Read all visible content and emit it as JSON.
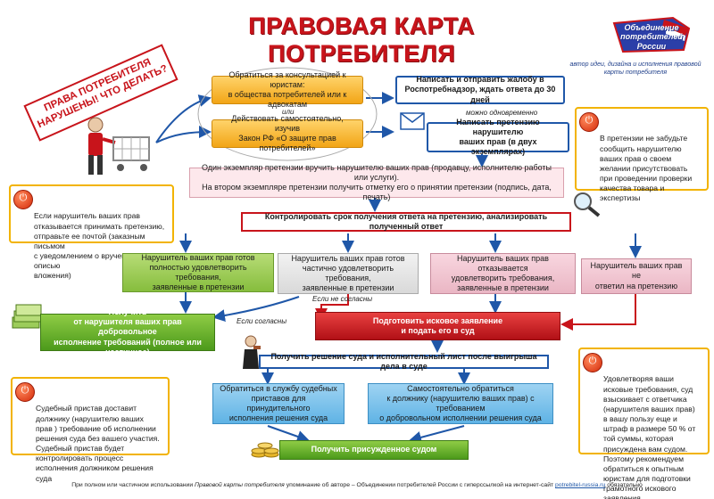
{
  "title": "ПРАВОВАЯ КАРТА ПОТРЕБИТЕЛЯ",
  "stamp": "ПРАВА ПОТРЕБИТЕЛЯ\nНАРУШЕНЫ! ЧТО ДЕЛАТЬ?",
  "logo": {
    "text": "Объединение\nпотребителей\nРоссии",
    "credits": "автор идеи, дизайна и исполнения правовой карты потребителя"
  },
  "top": {
    "consult": "Обратиться за консультацией к юристам:\nв общества потребителей или к адвокатам",
    "or_label": "или",
    "self_study": "Действовать самостоятельно, изучив\nЗакон РФ «О защите прав потребителей»",
    "rospotreb": "Написать и отправить жалобу в\nРоспотребнадзор, ждать ответа до 30 дней",
    "simultaneously": "можно одновременно",
    "claim_two": "Написать претензию нарушителю\nваших прав  (в двух экземплярах)"
  },
  "notes": {
    "claim_tip": "В претензии не забудьте сообщить нарушителю ваших прав о своем желании присутствовать при проведении проверки качества товара и экспертизы",
    "refuse_tip": "Если нарушитель ваших  прав\nотказывается принимать претензию,\nотправьте  ее почтой (заказным письмом\nс уведомлением о вручении и с описью\nвложения)",
    "bailiff_tip": "Судебный пристав доставит должнику (нарушителю ваших прав ) требование  об исполнении решения суда  без вашего участия. Судебный пристав будет контролировать процесс исполнения должником решения суда",
    "fine_tip": "Удовлетворяя ваши исковые требования, суд взыскивает с ответчика (нарушителя ваших прав) в вашу пользу еще и штраф в размере 50 %  от той суммы, которая присуждена вам судом.  Поэтому рекомендуем обратиться к опытным юристам для подготовки грамотного искового  заявления"
  },
  "flow": {
    "deliver": "Один экземпляр претензии вручить нарушителю ваших  прав (продавцу, исполнителю работы или услуги).\nНа втором экземпляре претензии получить отметку его  о принятии претензии (подпись, дата, печать)",
    "control": "Контролировать срок получения ответа на претензию, анализировать полученный ответ",
    "full": "Нарушитель ваших прав готов\nполностью удовлетворить требования,\nзаявленные в претензии",
    "partial": "Нарушитель ваших прав готов\nчастично  удовлетворить требования,\nзаявленные в претензии",
    "refuse": "Нарушитель ваших прав отказывается\nудовлетворить требования,\nзаявленные в претензии",
    "no_answer": "Нарушитель ваших прав не\nответил на претензию",
    "if_agree": "Если согласны",
    "if_not_agree": "Если не согласны",
    "receive": "Получить\nот нарушителя ваших прав добровольное\nисполнение требований (полное или частичное)",
    "lawsuit": "Подготовить  исковое заявление\nи подать его в суд",
    "court": "Получить решение суда и исполнительный лист после выигрыша дела в суде",
    "bailiffs": "Обратиться в службу судебных\nприставов для  принудительного\nисполнения решения суда",
    "self_exec": "Самостоятельно обратиться\nк должнику (нарушителю ваших прав) с требованием\nо добровольном исполнении решения суда",
    "final": "Получить присужденное судом"
  },
  "footer": {
    "part1": "При полном или частичном использовании ",
    "italic": "Правовой карты потребителя",
    "part2": " упоминание об авторе – Объединении потребителей России с гиперссылкой на интернет-сайт ",
    "site": "potrebitel-russia.ru",
    "part3": " обязательно"
  },
  "colors": {
    "title_red": "#c8141b",
    "border_blue": "#1f57a8",
    "note_border": "#f2b300",
    "green": "#86bd3d",
    "orange": "#f2a516",
    "light_blue": "#5fb3e5"
  }
}
